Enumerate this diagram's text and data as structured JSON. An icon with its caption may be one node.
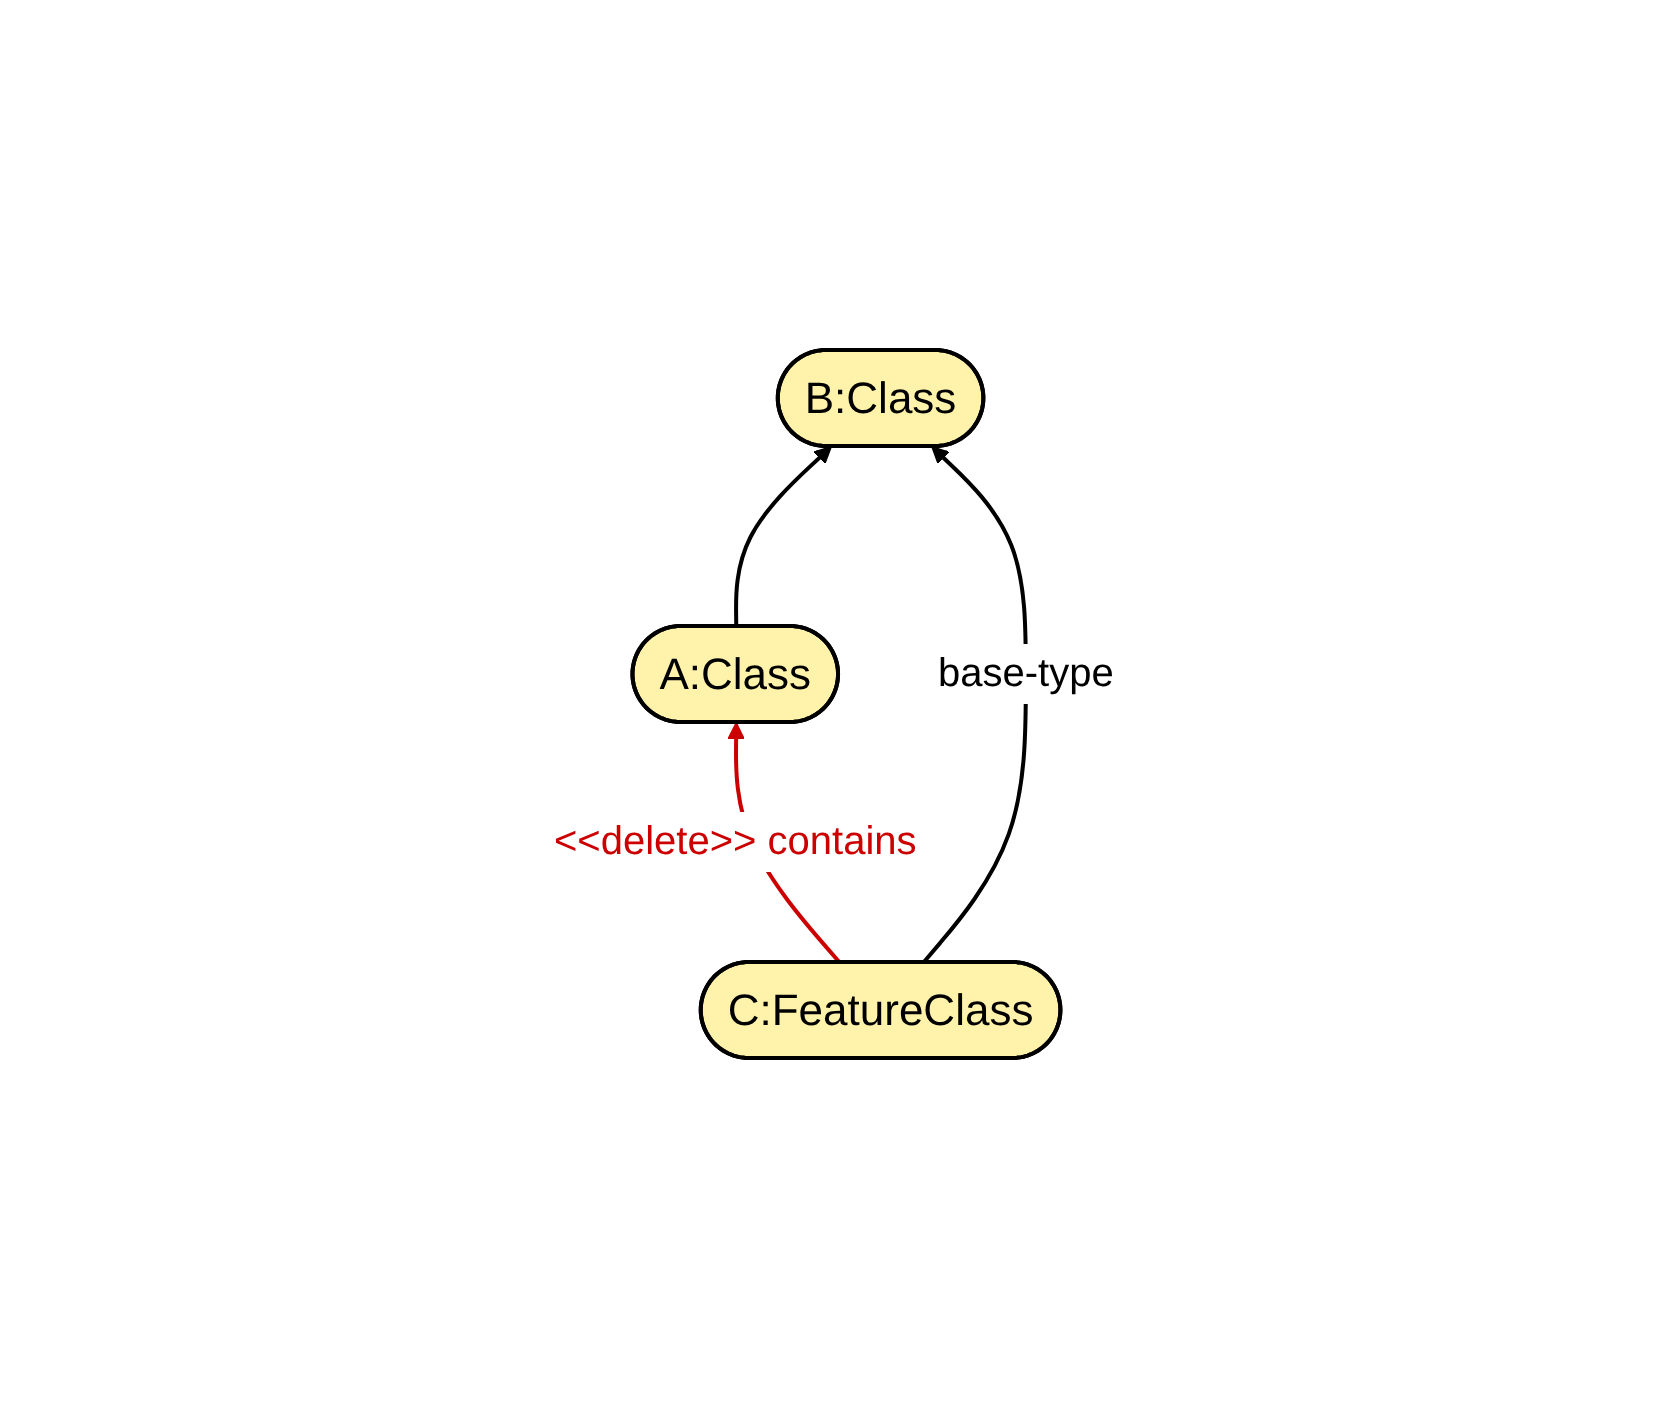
{
  "diagram": {
    "nodes": [
      {
        "text": [
          "B:Class"
        ]
      },
      {
        "text": [
          "A:Class"
        ]
      },
      {
        "text": [
          "C:FeatureClass"
        ]
      }
    ],
    "edges": [
      {
        "from": 1,
        "to": 0,
        "arrow": "to"
      },
      {
        "from": 2,
        "to": 0,
        "arrow": "to",
        "label": "base-type"
      },
      {
        "from": 2,
        "to": 1,
        "arrow": "to",
        "label": "<<delete>> contains",
        "color": "#cc0000"
      }
    ]
  }
}
